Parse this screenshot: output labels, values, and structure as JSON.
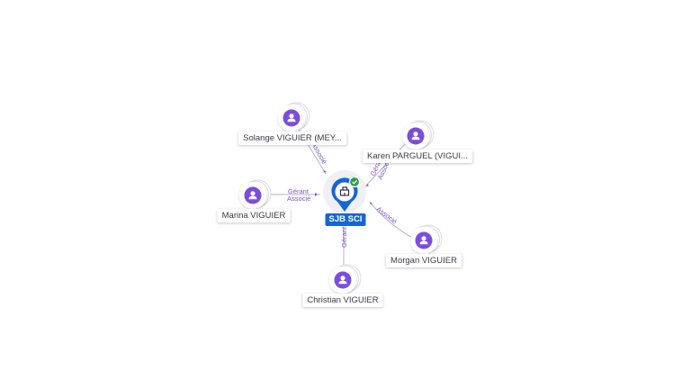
{
  "colors": {
    "person_avatar": "#7c4dda",
    "company_marker": "#1565d8",
    "edge": "#b9b0cc",
    "edge_label": "#7e57c2",
    "status_ok": "#2e9d4d"
  },
  "company": {
    "name": "SJB SCI",
    "icon": "building-icon",
    "status_icon": "check-icon"
  },
  "people": [
    {
      "name": "Solange VIGUIER (MEY...",
      "icon": "person-icon",
      "roles": [
        "Associé"
      ]
    },
    {
      "name": "Karen PARGUEL (VIGUI...",
      "icon": "person-icon",
      "roles": [
        "Gérant",
        "Associé"
      ]
    },
    {
      "name": "Marina VIGUIER",
      "icon": "person-icon",
      "roles": [
        "Gérant",
        "Associé"
      ]
    },
    {
      "name": "Morgan VIGUIER",
      "icon": "person-icon",
      "roles": [
        "Associé"
      ]
    },
    {
      "name": "Christian VIGUIER",
      "icon": "person-icon",
      "roles": [
        "Gérant"
      ]
    }
  ]
}
